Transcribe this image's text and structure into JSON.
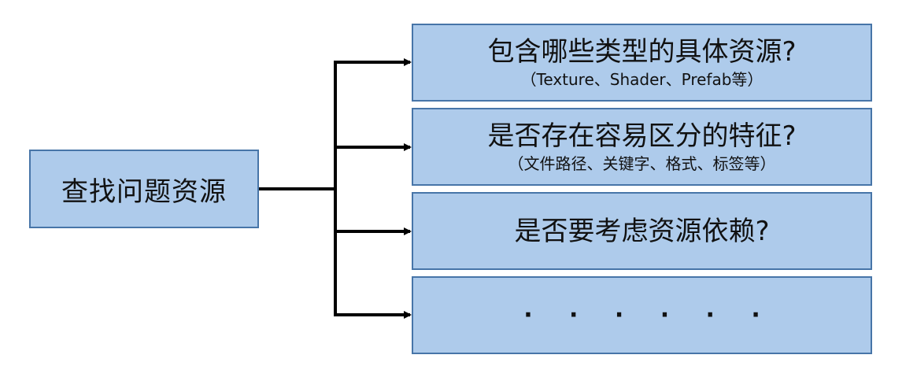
{
  "root": {
    "label": "查找问题资源"
  },
  "branches": [
    {
      "title": "包含哪些类型的具体资源?",
      "subtitle": "（Texture、Shader、Prefab等）"
    },
    {
      "title": "是否存在容易区分的特征?",
      "subtitle": "（文件路径、关键字、格式、标签等）"
    },
    {
      "title": "是否要考虑资源依赖?"
    },
    {
      "title": "· · · · · ·"
    }
  ],
  "colors": {
    "box_fill": "#aecbeb",
    "box_border": "#4775a8",
    "connector": "#000000"
  }
}
